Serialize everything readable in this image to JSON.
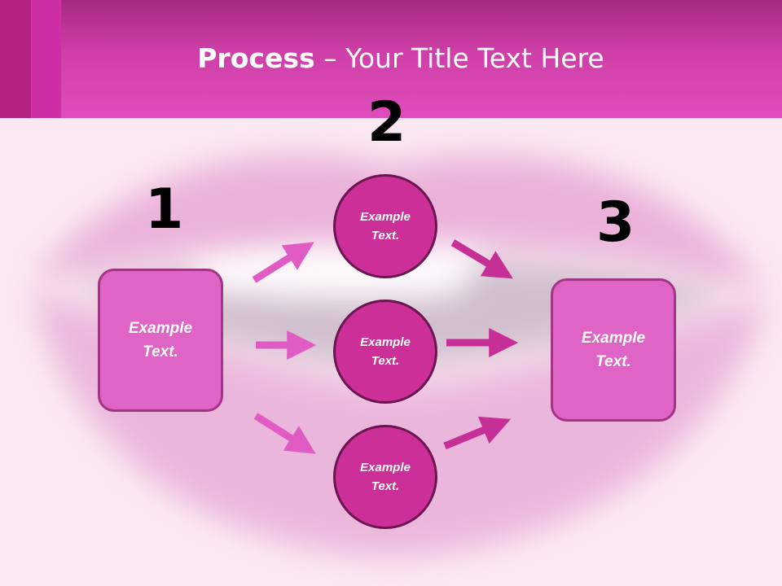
{
  "title": {
    "bold": "Process",
    "rest": " – Your Title Text Here"
  },
  "steps": {
    "one": "1",
    "two": "2",
    "three": "3"
  },
  "nodes": {
    "left_box": "Example\nText.",
    "circle_top": "Example\nText.",
    "circle_middle": "Example\nText.",
    "circle_bottom": "Example\nText.",
    "right_box": "Example\nText."
  },
  "colors": {
    "header": "#d43fae",
    "box_fill": "#e063c6",
    "circle_fill": "#cc3098",
    "arrow_light": "#e05cc4",
    "arrow_dark": "#c62f95"
  }
}
